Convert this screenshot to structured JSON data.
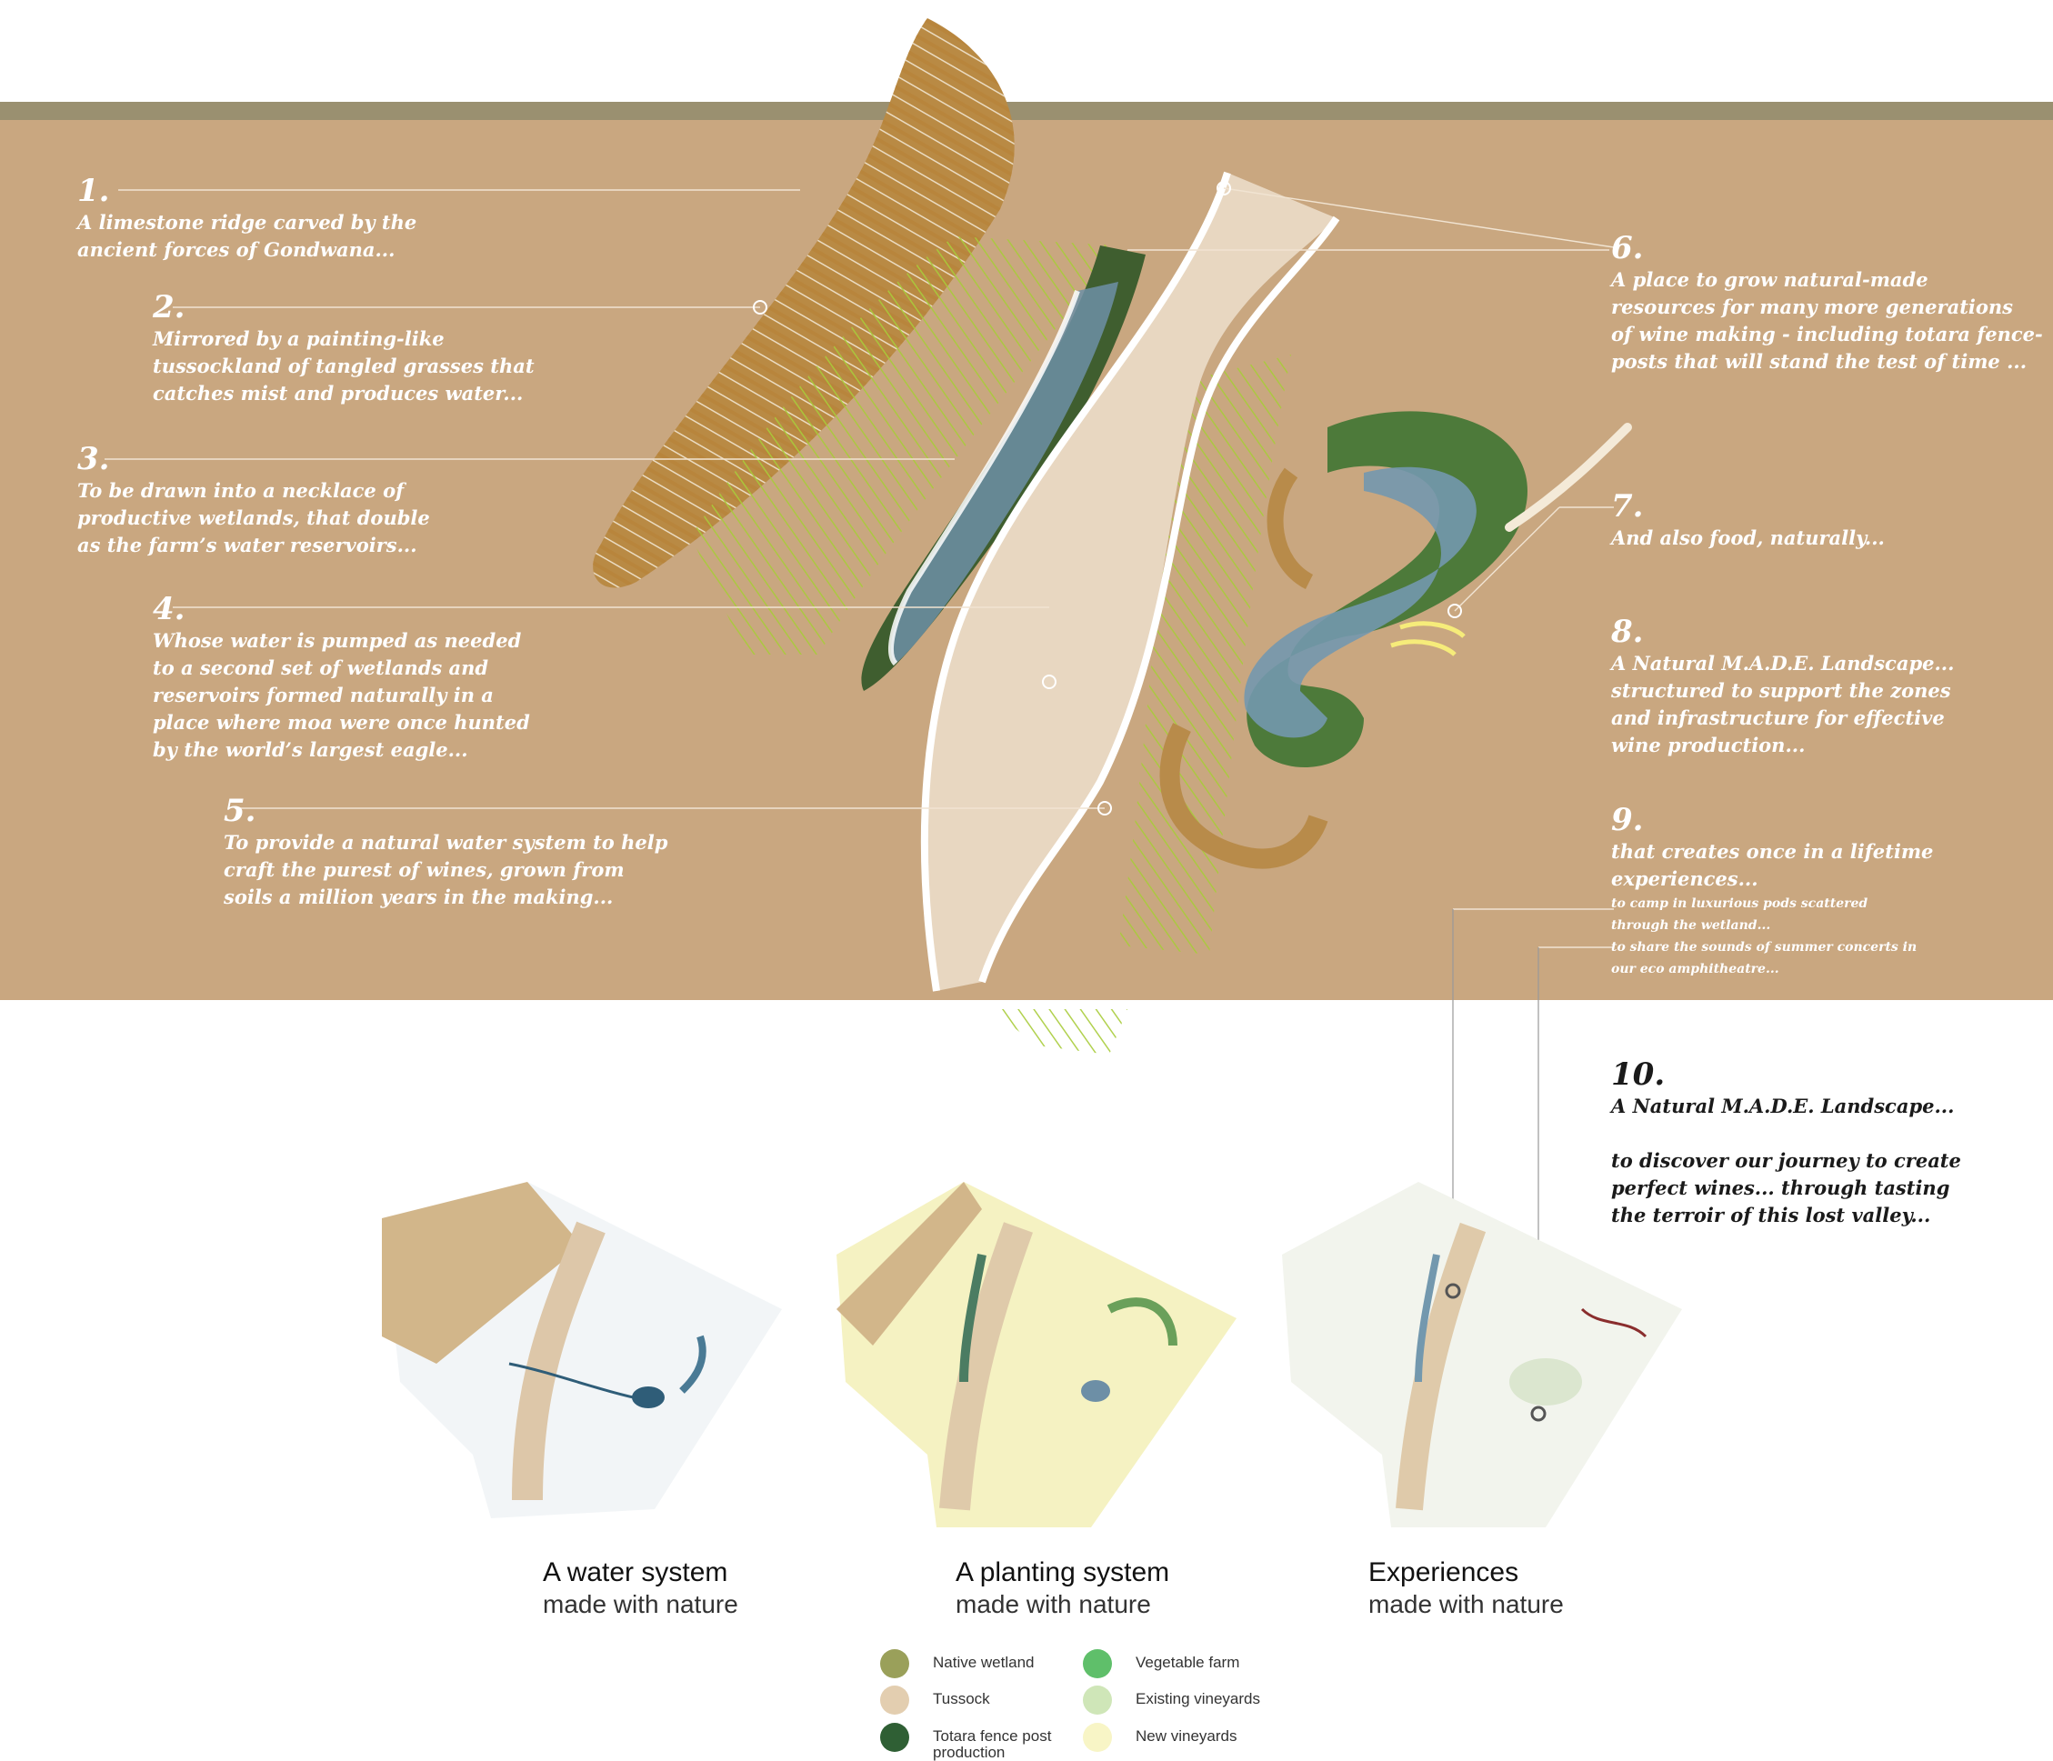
{
  "annotations": [
    {
      "num": "1.",
      "text": "A limestone ridge carved by the\nancient forces of Gondwana..."
    },
    {
      "num": "2.",
      "text": "Mirrored by a painting-like\ntussockland of tangled grasses that\ncatches mist and produces water..."
    },
    {
      "num": "3.",
      "text": "To be drawn into a necklace of\nproductive wetlands, that double\nas the farm’s water reservoirs..."
    },
    {
      "num": "4.",
      "text": "Whose water is pumped as needed\nto a second set of wetlands and\nreservoirs formed naturally in a\nplace where moa were once hunted\nby the world’s largest eagle..."
    },
    {
      "num": "5.",
      "text": "To provide a natural water system to help\ncraft the purest of wines, grown from\nsoils a million years in the making..."
    },
    {
      "num": "6.",
      "text": "A place to grow natural-made\nresources for many more generations\nof wine making - including totara fence-\nposts that will stand the test of time ..."
    },
    {
      "num": "7.",
      "text": "And also food, naturally..."
    },
    {
      "num": "8.",
      "text": " A Natural M.A.D.E. Landscape...\nstructured to support the zones\nand infrastructure for effective\nwine production..."
    },
    {
      "num": "9.",
      "text": "that creates once in a lifetime\nexperiences...",
      "sub": "to camp in luxurious pods scattered\nthrough the wetland...\nto share the sounds of summer concerts in\nour eco amphitheatre..."
    },
    {
      "num": "10.",
      "text": "A Natural M.A.D.E. Landscape...\n\nto discover our journey to create\nperfect wines... through tasting\nthe terroir of this lost valley..."
    }
  ],
  "captions": [
    {
      "line1": "A water system",
      "line2": "made with nature"
    },
    {
      "line1": "A planting system",
      "line2": "made with nature"
    },
    {
      "line1": "Experiences",
      "line2": "made with nature"
    }
  ],
  "legend": [
    {
      "label": "Native wetland",
      "color": "#9aa05a"
    },
    {
      "label": "Tussock",
      "color": "#e3ceb0"
    },
    {
      "label": "Totara fence post\nproduction",
      "color": "#2f5f34"
    },
    {
      "label": "Vegetable farm",
      "color": "#5fbf6a"
    },
    {
      "label": "Existing vineyards",
      "color": "#cfe6b8"
    },
    {
      "label": "New vineyards",
      "color": "#f8f5c6"
    }
  ]
}
